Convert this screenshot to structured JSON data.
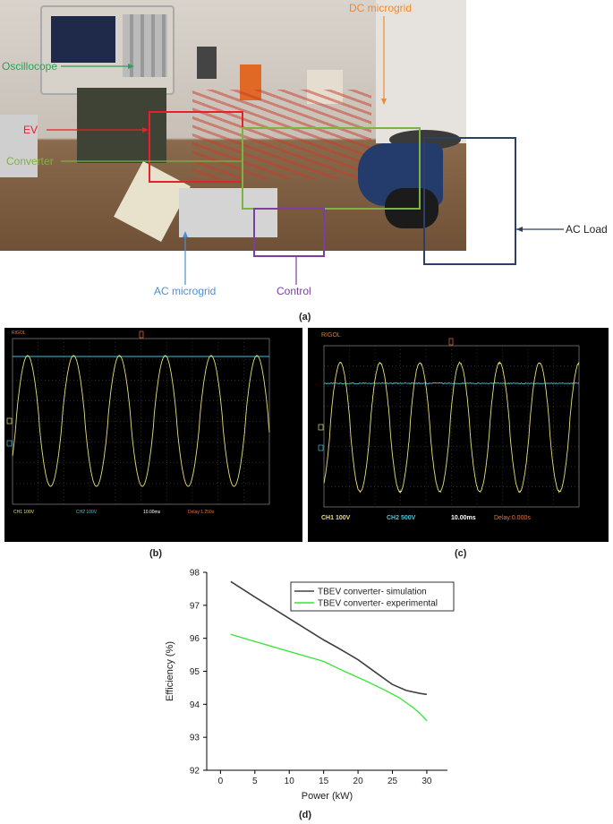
{
  "panel_a": {
    "labels": {
      "oscilloscope": "Oscillocope",
      "dc_microgrid": "DC microgrid",
      "ev": "EV",
      "converter": "Converter",
      "ac_load": "AC Load",
      "ac_microgrid": "AC microgrid",
      "control": "Control"
    },
    "colors": {
      "oscilloscope": "#2ca05a",
      "dc_microgrid": "#f08a2c",
      "ev": "#e8202a",
      "converter": "#7cb342",
      "ac_load": "#2e3f66",
      "ac_microgrid": "#4a8fd6",
      "control": "#7b3fa0"
    },
    "caption": "(a)"
  },
  "panel_b": {
    "brand": "RIGOL",
    "ch1": "CH1 100V",
    "ch2": "CH2 100V",
    "time": "10.00ms",
    "delay": "Delay:1.250s",
    "caption": "(b)"
  },
  "panel_c": {
    "brand": "RIGOL",
    "ch1": "CH1 100V",
    "ch2": "CH2 500V",
    "time": "10.00ms",
    "delay": "Delay:0.000s",
    "caption": "(c)"
  },
  "chart_data": {
    "type": "line",
    "xlabel": "Power (kW)",
    "ylabel": "Efficiency (%)",
    "xlim": [
      -2,
      33
    ],
    "ylim": [
      92,
      98
    ],
    "xticks": [
      0,
      5,
      10,
      15,
      20,
      25,
      30
    ],
    "yticks": [
      92,
      93,
      94,
      95,
      96,
      97,
      98
    ],
    "legend_position": "top-right",
    "series": [
      {
        "name": "TBEV converter- simulation",
        "color": "#404040",
        "x": [
          1.5,
          5,
          10,
          15,
          17,
          20,
          23,
          25,
          27,
          29,
          30
        ],
        "y": [
          97.72,
          97.25,
          96.6,
          95.95,
          95.72,
          95.35,
          94.9,
          94.6,
          94.42,
          94.33,
          94.3
        ]
      },
      {
        "name": "TBEV converter- experimental",
        "color": "#33e633",
        "x": [
          1.5,
          5,
          10,
          15,
          18,
          21,
          24,
          26,
          28,
          29,
          30
        ],
        "y": [
          96.12,
          95.9,
          95.6,
          95.3,
          95.0,
          94.72,
          94.42,
          94.2,
          93.9,
          93.72,
          93.5
        ]
      }
    ],
    "caption": "(d)"
  }
}
